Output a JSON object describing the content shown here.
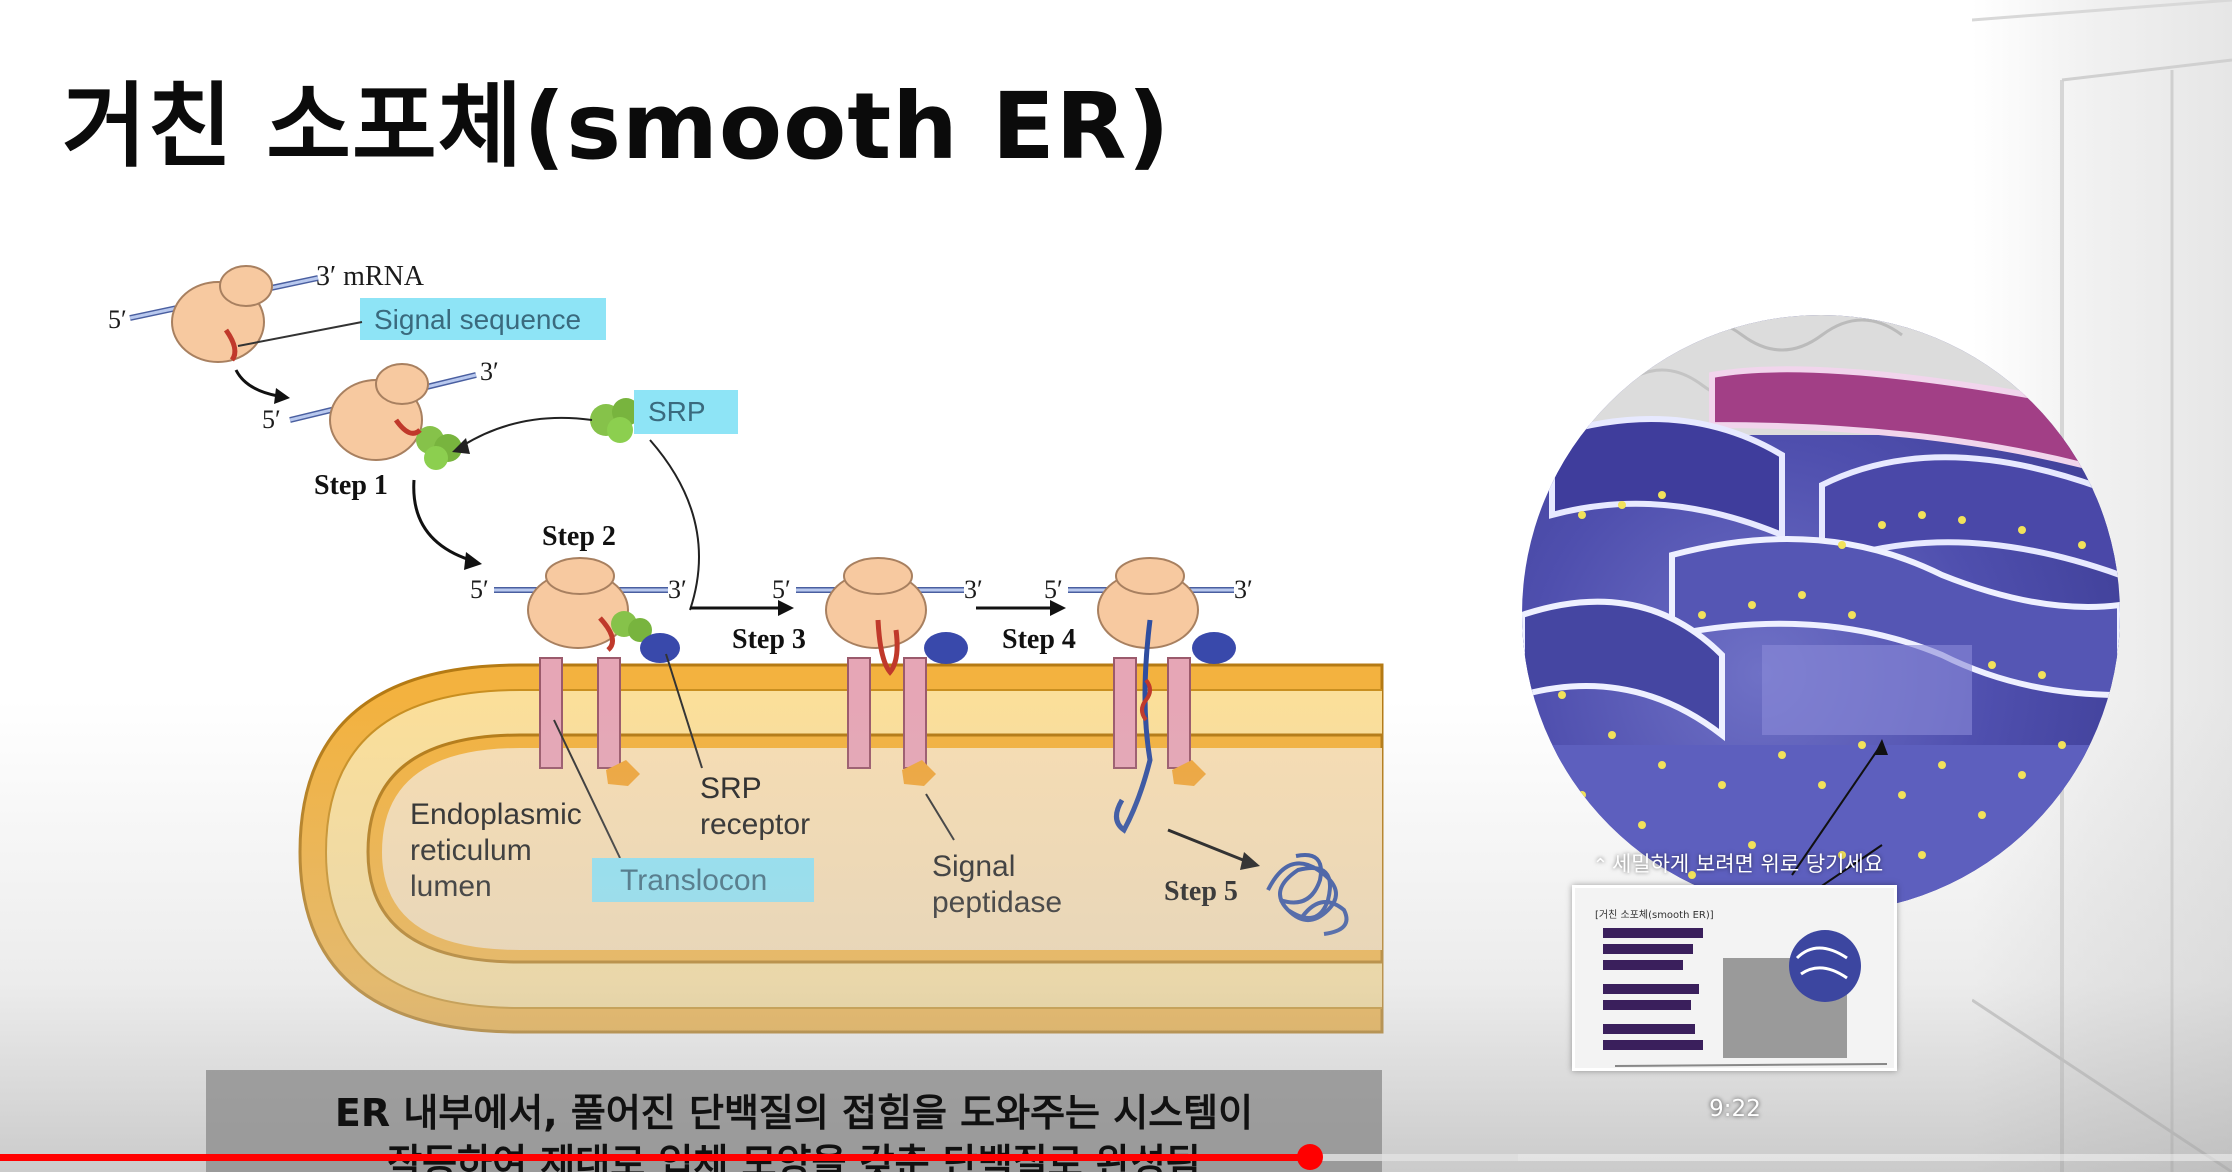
{
  "slide": {
    "title": "거친 소포체(smooth ER)"
  },
  "diagram": {
    "mrna_label": "3′ mRNA",
    "five_prime": "5′",
    "three_prime": "3′",
    "signal_sequence": "Signal sequence",
    "srp": "SRP",
    "step1": "Step 1",
    "step2": "Step 2",
    "step3": "Step 3",
    "step4": "Step 4",
    "step5": "Step 5",
    "lumen_line1": "Endoplasmic",
    "lumen_line2": "reticulum",
    "lumen_line3": "lumen",
    "srp_receptor_line1": "SRP",
    "srp_receptor_line2": "receptor",
    "translocon": "Translocon",
    "signal_peptidase_line1": "Signal",
    "signal_peptidase_line2": "peptidase"
  },
  "caption": {
    "line1": "ER 내부에서, 풀어진 단백질의 접힘을 도와주는 시스템이",
    "line2": "작동하여 제대로 입체 모양을 갖춘 단백질로 완성됨"
  },
  "preview": {
    "hint_icon": "chevron-up-double-icon",
    "hint_text": "세밀하게 보려면 위로 당기세요",
    "thumbnail_title": "[거친 소포체(smooth ER)]",
    "timestamp": "9:22"
  },
  "player": {
    "progress": 0.587,
    "buffered": 0.68,
    "accent_color": "#ff0000"
  }
}
